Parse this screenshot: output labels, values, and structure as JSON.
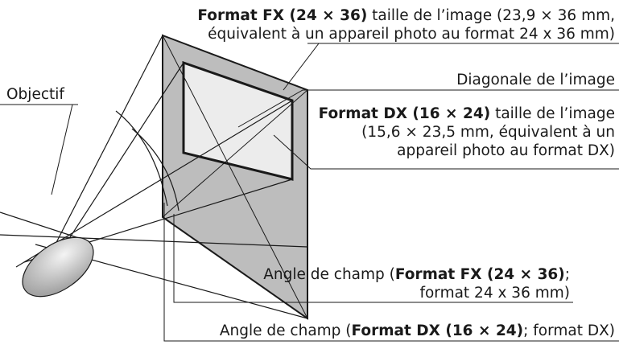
{
  "labels": {
    "fx_format": {
      "line1_bold": "Format FX (24 × 36)",
      "line1_rest": " taille de l’image (23,9 × 36 mm,",
      "line2": "équivalent à un appareil photo au format 24 x 36 mm)"
    },
    "lens": "Objectif",
    "diagonal": "Diagonale de l’image",
    "dx_format": {
      "line1_bold": "Format DX (16 × 24)",
      "line1_rest": " taille de l’image",
      "line2": "(15,6 × 23,5 mm, équivalent à un",
      "line3": "appareil photo au format DX)"
    },
    "angle_fx": {
      "line1_pre": "Angle de champ (",
      "line1_bold": "Format FX (24 × 36)",
      "line1_post": ";",
      "line2": "format 24 x 36 mm)"
    },
    "angle_dx": {
      "pre": "Angle de champ (",
      "bold": "Format DX (16 × 24)",
      "post": "; format DX)"
    }
  },
  "colors": {
    "fx_frame_fill": "#bdbdbd",
    "dx_frame_fill": "#ececec",
    "lens_fill": "#d9d9d9",
    "line": "#1a1a1a"
  }
}
